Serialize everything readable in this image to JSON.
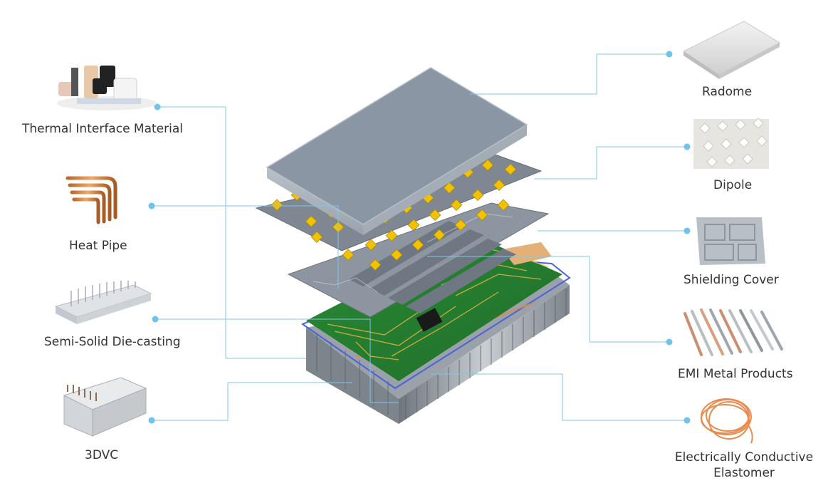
{
  "colors": {
    "leader_line": "#7fc7e9",
    "dot": "#6fc3ea",
    "label_text": "#333333",
    "radome_top": "#8a96a3",
    "pcb_green": "#2f8f3a",
    "chip_yellow": "#f2c200",
    "housing_frame": "#4a63d8"
  },
  "left_labels": {
    "tim": "Thermal Interface Material",
    "heat_pipe": "Heat Pipe",
    "die_casting": "Semi-Solid Die-casting",
    "vc": "3DVC"
  },
  "right_labels": {
    "radome": "Radome",
    "dipole": "Dipole",
    "shielding": "Shielding Cover",
    "emi": "EMI Metal Products",
    "elastomer_line1": "Electrically Conductive",
    "elastomer_line2": "Elastomer"
  },
  "icons": {
    "tim": "tim-products-image",
    "heat_pipe": "heat-pipe-image",
    "die_casting": "heat-sink-image",
    "vc": "3dvc-module-image",
    "radome": "radome-panel-image",
    "dipole": "dipole-array-image",
    "shielding": "shielding-cover-image",
    "emi": "emi-metal-parts-image",
    "elastomer": "conductive-cord-image"
  }
}
